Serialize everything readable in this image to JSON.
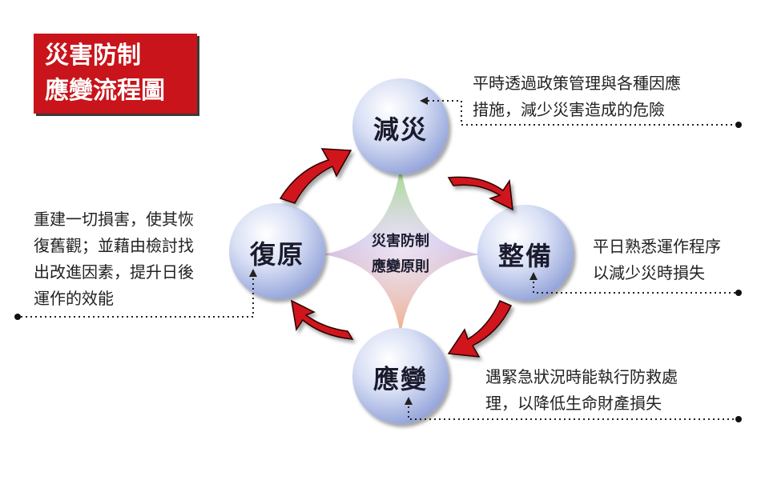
{
  "title": {
    "line1": "災害防制",
    "line2": "應變流程圖"
  },
  "center": {
    "line1": "災害防制",
    "line2": "應變原則"
  },
  "nodes": {
    "top": "減災",
    "right": "整備",
    "bottom": "應變",
    "left": "復原"
  },
  "descriptions": {
    "top": [
      "平時透過政策管理與各種因應",
      "措施，減少災害造成的危險"
    ],
    "right": [
      "平日熟悉運作程序",
      "以減少災時損失"
    ],
    "bottom": [
      "遇緊急狀況時能執行防救處",
      "理，以降低生命財產損失"
    ],
    "left": [
      "重建一切損害，使其恢",
      "復舊觀；並藉由檢討找",
      "出改進因素，提升日後",
      "運作的效能"
    ]
  },
  "colors": {
    "title_bg": "#c8141a",
    "arrow": "#d0121b",
    "node_light": "#ffffff",
    "node_dark": "#8c9dd6"
  }
}
